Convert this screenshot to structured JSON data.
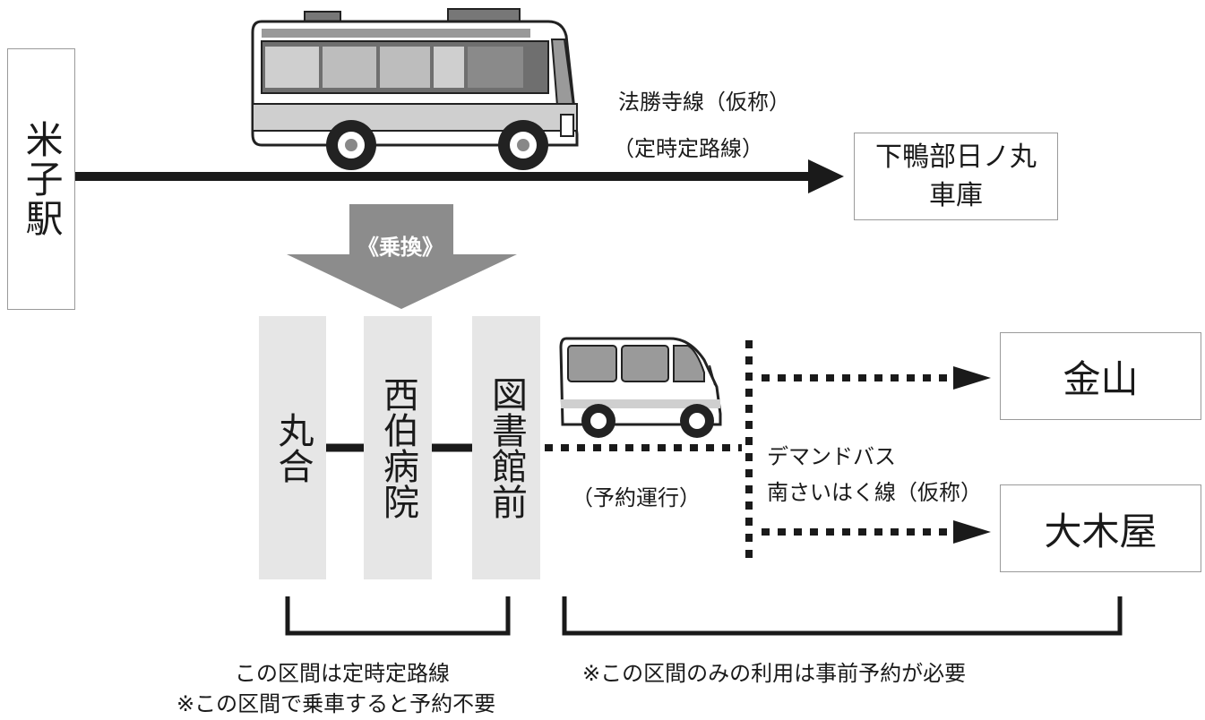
{
  "origin_station": {
    "label": "米子駅"
  },
  "fixed_route": {
    "name": "法勝寺線（仮称）",
    "type": "（定時定路線）"
  },
  "terminus": {
    "line1": "下鴨部日ノ丸",
    "line2": "車庫"
  },
  "transfer": {
    "label": "《乗換》"
  },
  "stops": [
    {
      "id": "maruai",
      "label": "丸合"
    },
    {
      "id": "saihaku-hospital",
      "label": "西伯病院"
    },
    {
      "id": "library",
      "label": "図書館前"
    }
  ],
  "reservation_label": "（予約運行）",
  "demand_bus": {
    "line1": "デマンドバス",
    "line2": "南さいはく線（仮称）"
  },
  "destinations": [
    {
      "id": "kanayama",
      "label": "金山"
    },
    {
      "id": "ookiya",
      "label": "大木屋"
    }
  ],
  "notes": {
    "fixed_section": "この区間は定時定路線",
    "fixed_no_reservation": "※この区間で乗車すると予約不要",
    "demand_section": "※この区間のみの利用は事前予約が必要"
  },
  "colors": {
    "line": "#1a1a1a",
    "box_gray": "#e6e6e6",
    "arrow_gray": "#8c8c8c",
    "border": "#9a9a9a"
  }
}
